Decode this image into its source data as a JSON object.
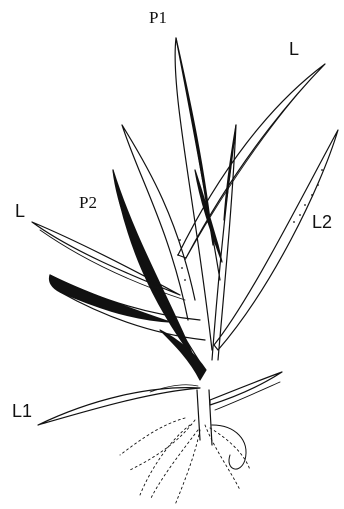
{
  "labels": {
    "p1": "P1",
    "p2": "P2",
    "l_top": "L",
    "l_left": "L",
    "l2": "L2",
    "l1": "L1"
  },
  "colors": {
    "ink": "#111111",
    "paper": "#ffffff"
  }
}
